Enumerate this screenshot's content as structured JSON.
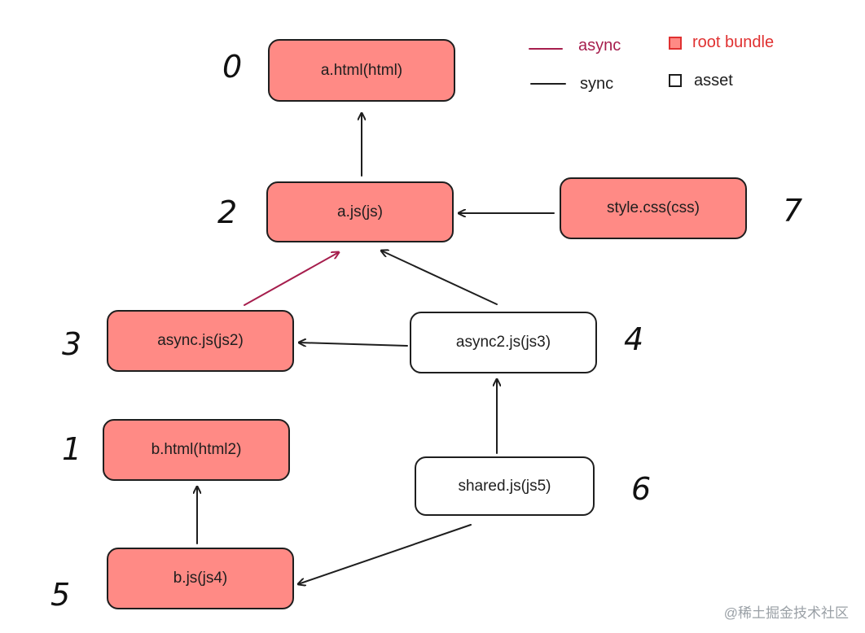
{
  "nodes": {
    "a_html": "a.html(html)",
    "a_js": "a.js(js)",
    "style_css": "style.css(css)",
    "async_js": "async.js(js2)",
    "async2_js": "async2.js(js3)",
    "b_html": "b.html(html2)",
    "shared_js": "shared.js(js5)",
    "b_js": "b.js(js4)"
  },
  "indices": {
    "a_html": "0",
    "a_js": "2",
    "style_css": "7",
    "async_js": "3",
    "async2_js": "4",
    "b_html": "1",
    "shared_js": "6",
    "b_js": "5"
  },
  "legend": {
    "async": "async",
    "sync": "sync",
    "root_bundle": "root bundle",
    "asset": "asset"
  },
  "colors": {
    "root_fill": "#ff8a85",
    "async_edge": "#a61e4d",
    "sync_edge": "#1e1e1e",
    "legend_async_text": "#a61e4d",
    "legend_root_text": "#e03131"
  },
  "watermark": "@稀土掘金技术社区"
}
